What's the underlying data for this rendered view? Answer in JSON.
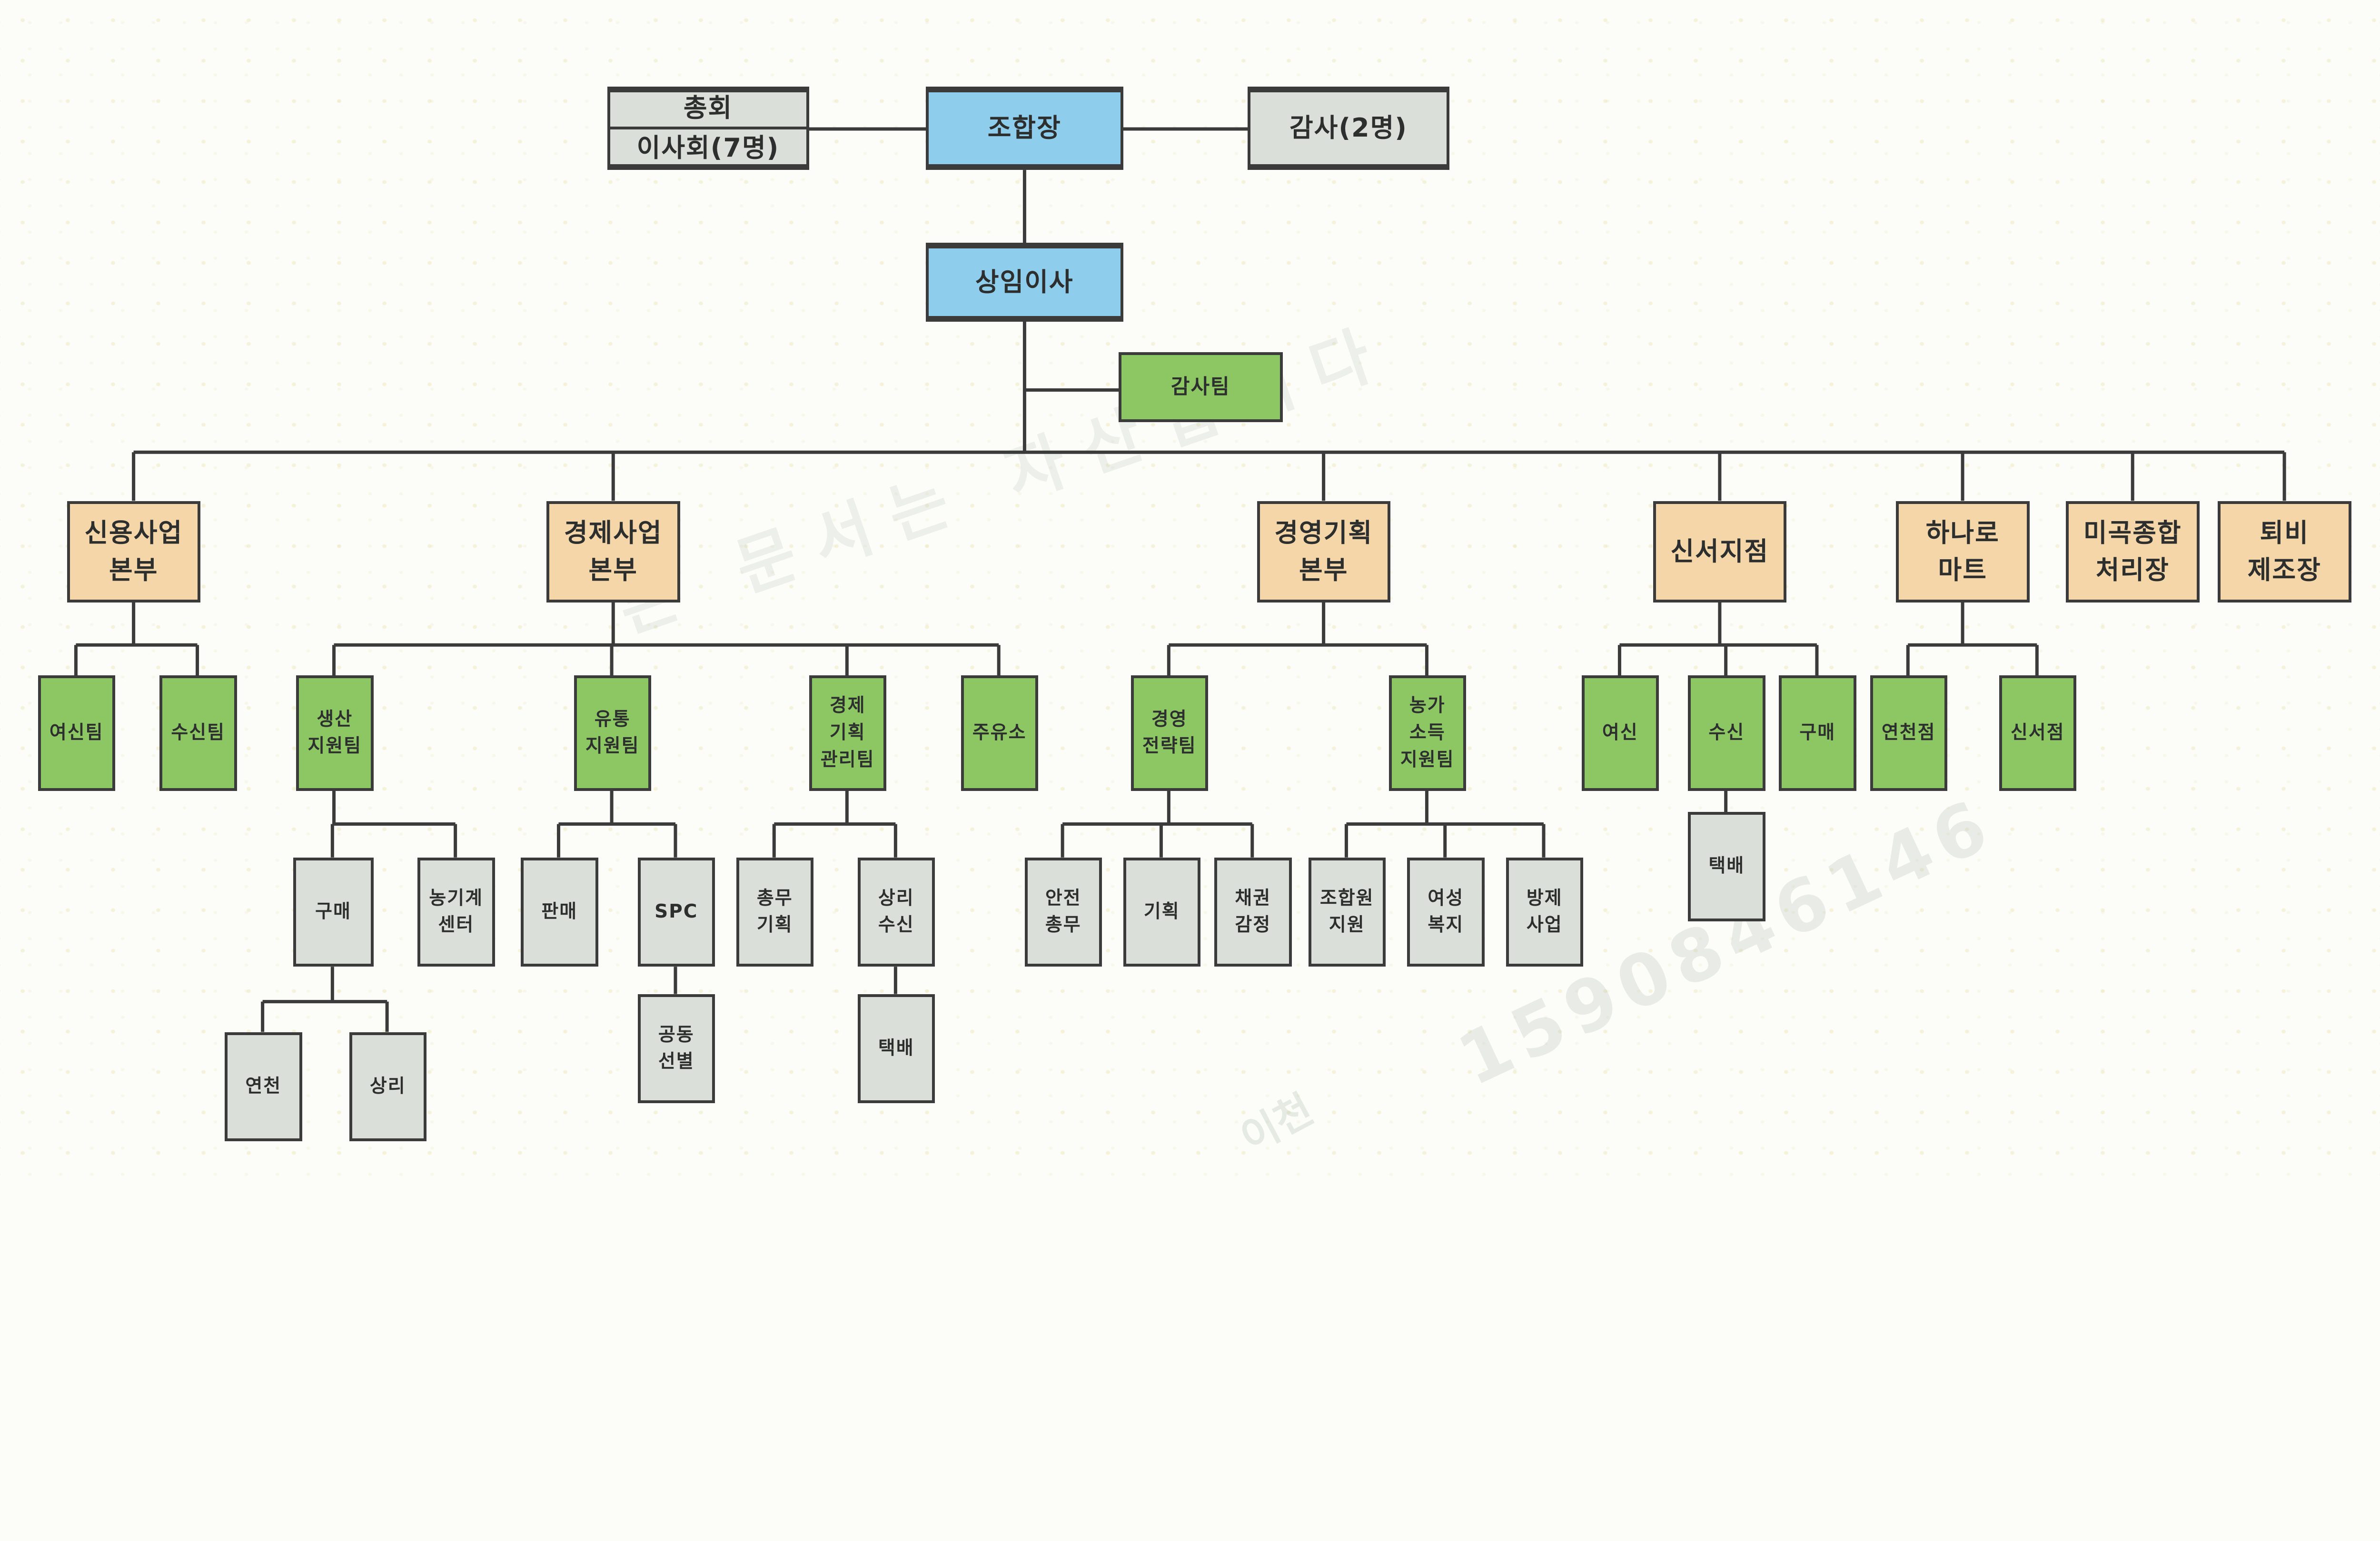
{
  "colors": {
    "executive_blue": "#8FCDEC",
    "team_green": "#8CC763",
    "division_orange": "#F5D6A8",
    "unit_gray": "#DBDFD9",
    "line": "#3B3B3B",
    "background": "#FCFCF8"
  },
  "nodes": {
    "assembly": "총회",
    "board": "이사회(7명)",
    "chairman": "조합장",
    "auditors": "감사(2명)",
    "executive_director": "상임이사",
    "audit_team": "감사팀",
    "credit_hq": "신용사업\n본부",
    "loans_team": "여신팀",
    "deposits_team": "수신팀",
    "economy_hq": "경제사업\n본부",
    "production_support": "생산\n지원팀",
    "purchase": "구매",
    "agri_machinery_center": "농기계\n센터",
    "yeoncheon": "연천",
    "sangri": "상리",
    "distribution_support": "유통\n지원팀",
    "sales": "판매",
    "spc": "SPC",
    "joint_sorting": "공동\n선별",
    "economy_planning_mgmt": "경제\n기획\n관리팀",
    "general_affairs_planning": "총무\n기획",
    "sangri_deposits": "상리\n수신",
    "parcel_sangri": "택배",
    "gas_station": "주유소",
    "planning_hq": "경영기획\n본부",
    "mgmt_strategy": "경영\n전략팀",
    "safety_general": "안전\n총무",
    "planning": "기획",
    "bond_appraisal": "채권\n감정",
    "farm_income_support": "농가\n소득\n지원팀",
    "member_support": "조합원\n지원",
    "womens_welfare": "여성\n복지",
    "pest_control": "방제\n사업",
    "sinseo_branch": "신서지점",
    "loans": "여신",
    "deposits": "수신",
    "purchase_sinseo": "구매",
    "parcel_sinseo": "택배",
    "hanaro_mart": "하나로\n마트",
    "yeoncheon_store": "연천점",
    "sinseo_store": "신서점",
    "rice_processing": "미곡종합\n처리장",
    "compost_plant": "퇴비\n제조장"
  },
  "edges": [
    {
      "parent": "조합장",
      "linked": [
        "총회/이사회(7명)",
        "감사(2명)"
      ]
    },
    {
      "parent": "조합장",
      "children": [
        "상임이사"
      ]
    },
    {
      "parent": "상임이사",
      "children": [
        "감사팀",
        "신용사업본부",
        "경제사업본부",
        "경영기획본부",
        "신서지점",
        "하나로마트",
        "미곡종합처리장",
        "퇴비제조장"
      ]
    },
    {
      "parent": "신용사업본부",
      "children": [
        "여신팀",
        "수신팀"
      ]
    },
    {
      "parent": "경제사업본부",
      "children": [
        "생산지원팀",
        "유통지원팀",
        "경제기획관리팀",
        "주유소"
      ]
    },
    {
      "parent": "생산지원팀",
      "children": [
        "구매",
        "농기계센터"
      ]
    },
    {
      "parent": "구매",
      "children": [
        "연천",
        "상리"
      ]
    },
    {
      "parent": "유통지원팀",
      "children": [
        "판매",
        "SPC"
      ]
    },
    {
      "parent": "SPC",
      "children": [
        "공동선별"
      ]
    },
    {
      "parent": "경제기획관리팀",
      "children": [
        "총무기획",
        "상리수신"
      ]
    },
    {
      "parent": "상리수신",
      "children": [
        "택배"
      ]
    },
    {
      "parent": "경영기획본부",
      "children": [
        "경영전략팀",
        "농가소득지원팀"
      ]
    },
    {
      "parent": "경영전략팀",
      "children": [
        "안전총무",
        "기획",
        "채권감정"
      ]
    },
    {
      "parent": "농가소득지원팀",
      "children": [
        "조합원지원",
        "여성복지",
        "방제사업"
      ]
    },
    {
      "parent": "신서지점",
      "children": [
        "여신",
        "수신",
        "구매"
      ]
    },
    {
      "parent": "수신",
      "children": [
        "택배"
      ]
    },
    {
      "parent": "하나로마트",
      "children": [
        "연천점",
        "신서점"
      ]
    }
  ],
  "watermarks": {
    "diagonal_text": "본 문서는  자산입니다",
    "serial_number": "1590846146",
    "stamp_text": "이천"
  }
}
